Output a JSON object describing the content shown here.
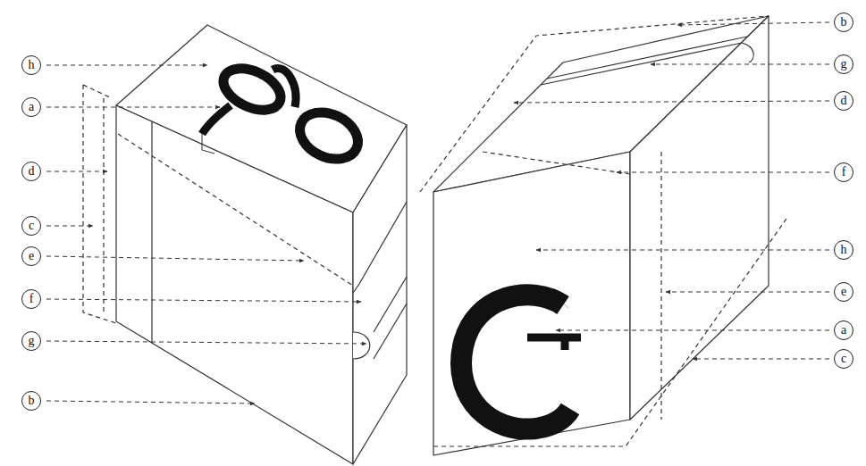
{
  "diagram": {
    "labels": [
      "h",
      "a",
      "d",
      "c",
      "e",
      "f",
      "g",
      "b",
      "b",
      "g",
      "d",
      "f",
      "h",
      "e",
      "a",
      "c"
    ]
  }
}
